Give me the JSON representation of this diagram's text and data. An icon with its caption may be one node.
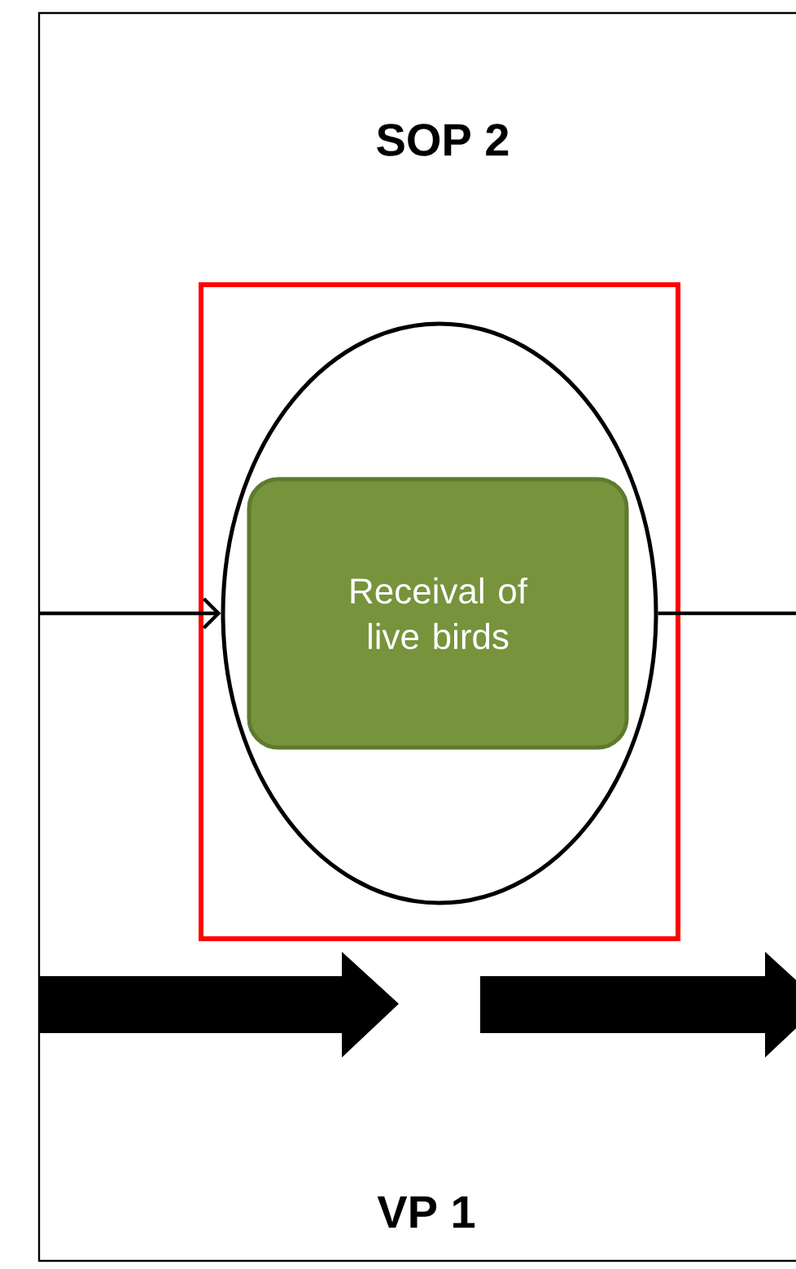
{
  "diagram": {
    "title": "SOP 2",
    "nodes": [
      {
        "text": [],
        "shape": "box"
      },
      {
        "text": [],
        "shape": "ellipse",
        "in": 0
      },
      {
        "text": [
          "Receival of live birds"
        ],
        "in": 1
      }
    ],
    "edges": [
      {
        "from": null,
        "to": 1,
        "arrow": "to"
      },
      {
        "from": 1,
        "to": null,
        "arrow": "none"
      }
    ],
    "labels": [
      "VP 1"
    ]
  }
}
